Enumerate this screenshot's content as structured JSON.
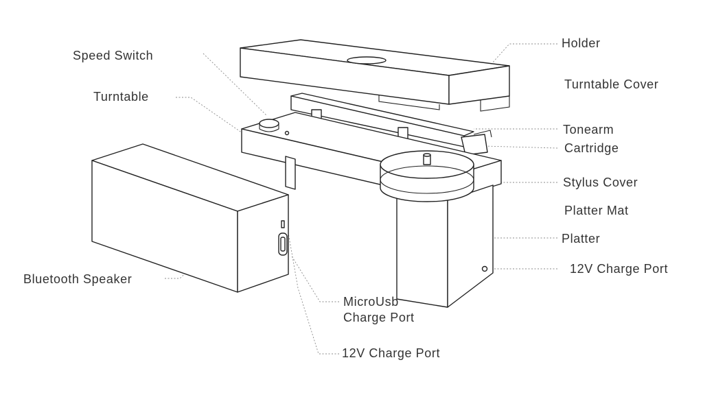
{
  "labels": {
    "holder": "Holder",
    "speed_switch": "Speed Switch",
    "turntable_cover": "Turntable Cover",
    "turntable": "Turntable",
    "tonearm": "Tonearm",
    "cartridge": "Cartridge",
    "stylus_cover": "Stylus Cover",
    "platter_mat": "Platter Mat",
    "platter": "Platter",
    "charge_port_right": "12V Charge Port",
    "bluetooth_speaker": "Bluetooth Speaker",
    "microusb_line1": "MicroUsb",
    "microusb_line2": "Charge Port",
    "charge_port_bottom": "12V Charge Port"
  },
  "colors": {
    "line": "#222222",
    "leader": "#8a8a8a",
    "text": "#333333",
    "background": "#ffffff"
  }
}
